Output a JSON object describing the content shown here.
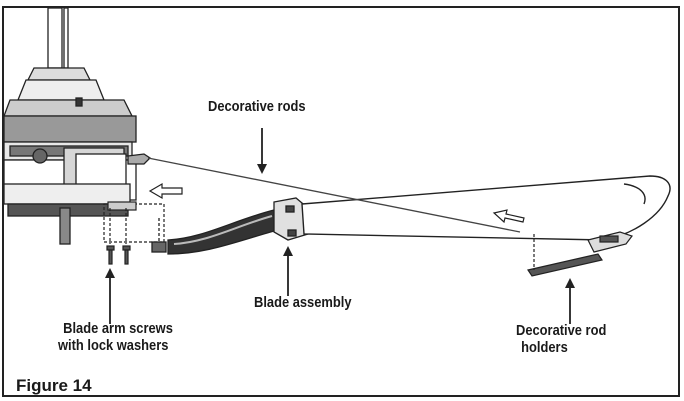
{
  "figure": {
    "caption": "Figure 14",
    "labels": {
      "decorative_rods": "Decorative rods",
      "blade_assembly": "Blade assembly",
      "blade_arm_screws_line1": "Blade arm screws",
      "blade_arm_screws_line2": "with lock washers",
      "rod_holders_line1": "Decorative rod",
      "rod_holders_line2": "holders"
    }
  },
  "colors": {
    "ink": "#222222",
    "fill_light": "#e6e6e6",
    "fill_mid": "#bdbdbd",
    "fill_dark": "#555555"
  }
}
